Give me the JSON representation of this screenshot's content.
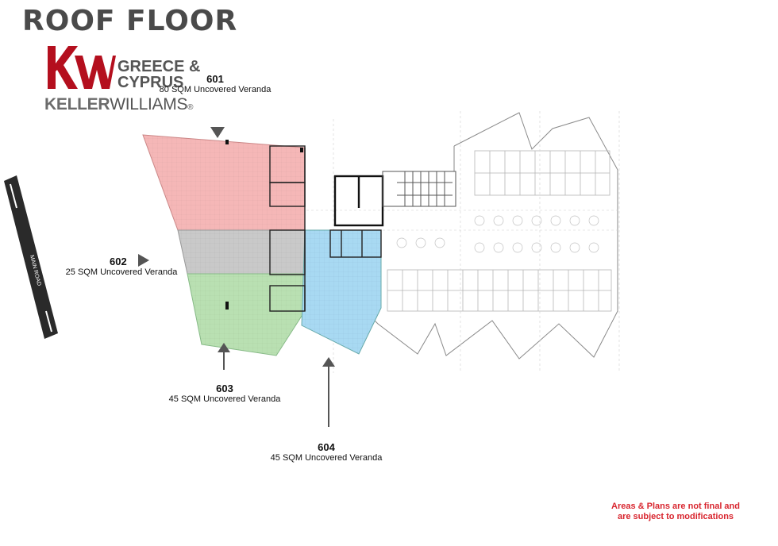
{
  "title": "ROOF FLOOR",
  "brand": {
    "logo_letters": "kw",
    "region": "GREECE & CYPRUS",
    "name_part1": "KELLER",
    "name_part2": "WILLIAMS",
    "mark": "®",
    "color_red": "#b40f1e"
  },
  "road_label": "MAIN ROAD",
  "units": [
    {
      "id": "601",
      "number": "601",
      "veranda": "80 SQM Uncovered Veranda",
      "color": "#f5b7b7"
    },
    {
      "id": "602",
      "number": "602",
      "veranda": "25 SQM Uncovered Veranda",
      "color": "#c9c9c9"
    },
    {
      "id": "603",
      "number": "603",
      "veranda": "45 SQM Uncovered Veranda",
      "color": "#b9e0b2"
    },
    {
      "id": "604",
      "number": "604",
      "veranda": "45 SQM Uncovered Veranda",
      "color": "#a8d9f2"
    }
  ],
  "note": "Areas & Plans are not final and are subject to modifications",
  "note_color": "#d8262f"
}
